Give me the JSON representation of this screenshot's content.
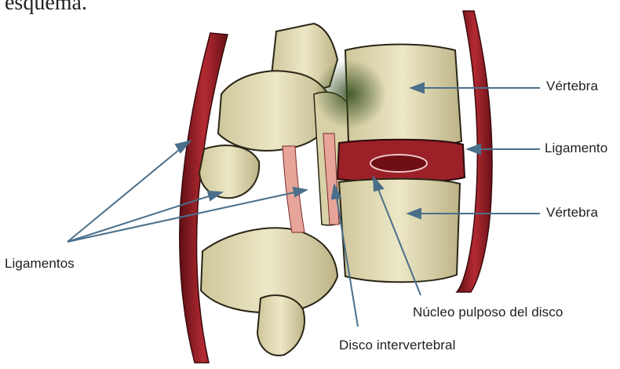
{
  "header_text": "esquema.",
  "labels": {
    "vertebra_top": "Vértebra",
    "ligamento": "Ligamento",
    "vertebra_bottom": "Vértebra",
    "ligamentos": "Ligamentos",
    "nucleo": "Núcleo pulposo del disco",
    "disco": "Disco intervertebral"
  },
  "colors": {
    "arrow": "#4a6f8a",
    "ligament": "#a8202a",
    "bone": "#e3ddb8",
    "bone_shadow": "#6f6a45",
    "disc": "#8a1d22"
  }
}
